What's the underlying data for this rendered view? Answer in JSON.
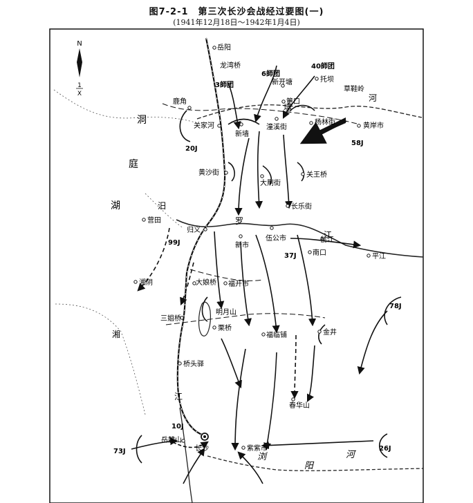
{
  "header": {
    "title": "图7-2-1　第三次长沙会战经过要图(一)",
    "subtitle": "(1941年12月18日～1942年1月4日)"
  },
  "compass": {
    "north": "N",
    "scale": "1",
    "scale_unit": "X"
  },
  "places": [
    {
      "name": "岳阳",
      "key": "yueyang"
    },
    {
      "name": "龙湾桥",
      "key": "longwanqiao"
    },
    {
      "name": "新开塘",
      "key": "xinkaitang"
    },
    {
      "name": "托坝",
      "key": "tuoba"
    },
    {
      "name": "草鞋岭",
      "key": "caoxieling"
    },
    {
      "name": "鹿角",
      "key": "lujiao"
    },
    {
      "name": "筻口",
      "key": "gangkou"
    },
    {
      "name": "关家河",
      "key": "guanjiahe"
    },
    {
      "name": "新墙",
      "key": "xinqiang"
    },
    {
      "name": "潼溪街",
      "key": "tongxijie"
    },
    {
      "name": "杨林街",
      "key": "yanglinjie"
    },
    {
      "name": "黄岸市",
      "key": "huanganshi"
    },
    {
      "name": "黄沙街",
      "key": "huangshajie"
    },
    {
      "name": "大荆街",
      "key": "dajingjie"
    },
    {
      "name": "关王桥",
      "key": "guanwangqiao"
    },
    {
      "name": "长乐街",
      "key": "changlejie"
    },
    {
      "name": "营田",
      "key": "yingtian"
    },
    {
      "name": "归义",
      "key": "guiyi"
    },
    {
      "name": "新市",
      "key": "xinshi"
    },
    {
      "name": "伍公市",
      "key": "wugongshi"
    },
    {
      "name": "瓮江",
      "key": "wengjiang"
    },
    {
      "name": "南口",
      "key": "nankou"
    },
    {
      "name": "平江",
      "key": "pingjiang"
    },
    {
      "name": "湘阴",
      "key": "xiangyin"
    },
    {
      "name": "大娘桥",
      "key": "daniangqiao"
    },
    {
      "name": "福开市",
      "key": "fukaishi"
    },
    {
      "name": "明月山",
      "key": "mingyueshan"
    },
    {
      "name": "三姐桥",
      "key": "sanjieqiao"
    },
    {
      "name": "栗桥",
      "key": "liqiao"
    },
    {
      "name": "福临铺",
      "key": "fulinpu"
    },
    {
      "name": "金井",
      "key": "jinjing"
    },
    {
      "name": "桥头驿",
      "key": "qiaotouyi"
    },
    {
      "name": "春华山",
      "key": "chunhuashan"
    },
    {
      "name": "岳麓山",
      "key": "yuelushan"
    },
    {
      "name": "长沙",
      "key": "changsha"
    },
    {
      "name": "紫紫市",
      "key": "zizishi"
    }
  ],
  "units": [
    {
      "name": "3師团",
      "key": "u3"
    },
    {
      "name": "6師团",
      "key": "u6"
    },
    {
      "name": "40師团",
      "key": "u40"
    },
    {
      "name": "20J",
      "key": "u20"
    },
    {
      "name": "58J",
      "key": "u58"
    },
    {
      "name": "99J",
      "key": "u99"
    },
    {
      "name": "37J",
      "key": "u37"
    },
    {
      "name": "78J",
      "key": "u78"
    },
    {
      "name": "10J",
      "key": "u10"
    },
    {
      "name": "73J",
      "key": "u73"
    },
    {
      "name": "26J",
      "key": "u26"
    }
  ],
  "water_labels": [
    {
      "name": "洞",
      "key": "dong"
    },
    {
      "name": "庭",
      "key": "ting"
    },
    {
      "name": "湖",
      "key": "hu"
    },
    {
      "name": "汨",
      "key": "mi"
    },
    {
      "name": "罗",
      "key": "luo"
    },
    {
      "name": "江",
      "key": "jiang1"
    },
    {
      "name": "墙",
      "key": "qiang"
    },
    {
      "name": "河",
      "key": "he1"
    },
    {
      "name": "湘",
      "key": "xiang"
    },
    {
      "name": "江",
      "key": "jiang2"
    },
    {
      "name": "浏",
      "key": "liu"
    },
    {
      "name": "阳",
      "key": "yang"
    },
    {
      "name": "河",
      "key": "he2"
    }
  ]
}
